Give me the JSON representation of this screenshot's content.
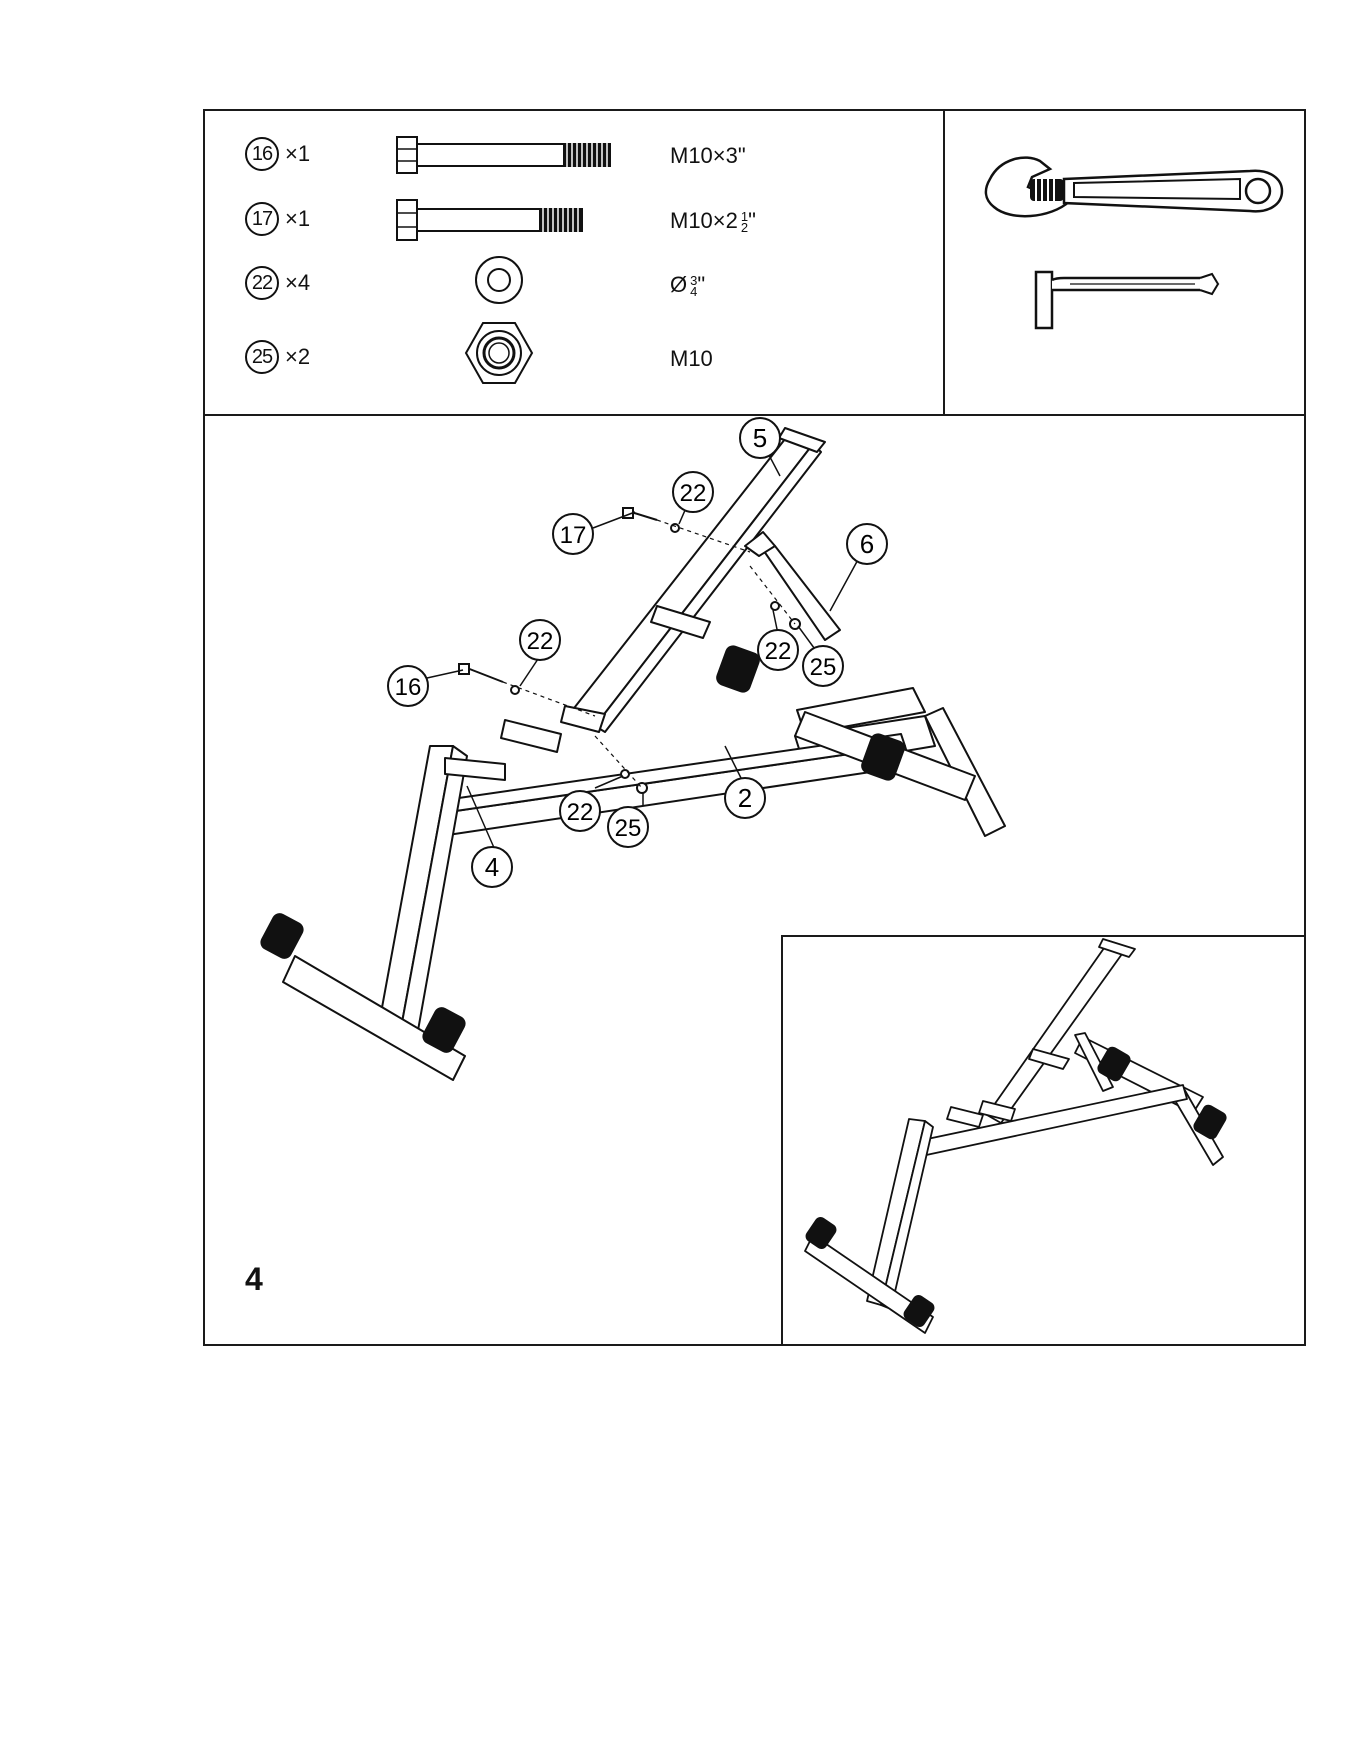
{
  "hardware": [
    {
      "part": "16",
      "quantity": "×1",
      "spec": "M10×3\"",
      "icon": "bolt-long-icon"
    },
    {
      "part": "17",
      "quantity": "×1",
      "spec_main": "M10×2",
      "spec_frac_num": "1",
      "spec_frac_den": "2",
      "spec_suffix": "\"",
      "icon": "bolt-short-icon"
    },
    {
      "part": "22",
      "quantity": "×4",
      "spec_main": "Ø",
      "spec_frac_num": "3",
      "spec_frac_den": "4",
      "spec_suffix": "\"",
      "icon": "washer-icon"
    },
    {
      "part": "25",
      "quantity": "×2",
      "spec": "M10",
      "icon": "nut-icon"
    }
  ],
  "tools": [
    "adjustable-wrench-icon",
    "allen-key-icon"
  ],
  "step": "4",
  "callouts": {
    "c5": "5",
    "c22a": "22",
    "c17": "17",
    "c6": "6",
    "c22b": "22",
    "c25a": "25",
    "c22c": "22",
    "c16": "16",
    "c2": "2",
    "c22d": "22",
    "c25b": "25",
    "c4": "4"
  }
}
